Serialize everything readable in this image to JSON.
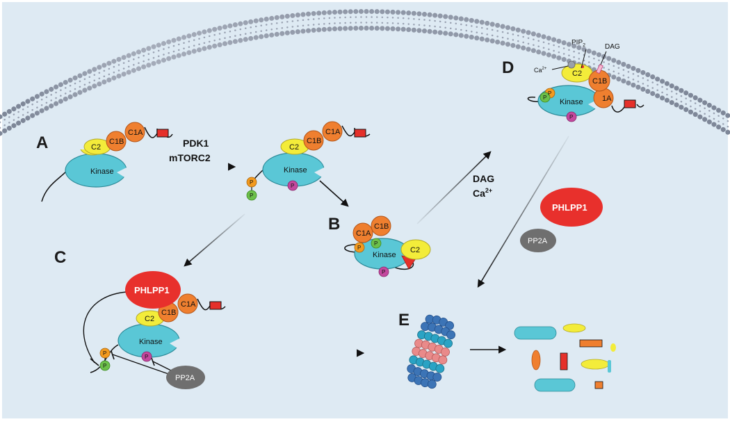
{
  "panels": {
    "A": "A",
    "B": "B",
    "C": "C",
    "D": "D",
    "E": "E"
  },
  "labels": {
    "kinase": "Kinase",
    "c1a": "C1A",
    "c1b": "C1B",
    "c2": "C2",
    "c1a_partial": "1A",
    "p": "P",
    "phlpp1": "PHLPP1",
    "pp2a": "PP2A",
    "pdk1": "PDK1",
    "mtorc2": "mTORC2",
    "dag": "DAG",
    "ca2": "Ca",
    "ca2_sup": "2+",
    "pip": "PIP",
    "pip_sub": "2",
    "ca_small": "Ca",
    "ca_small_sup": "2+",
    "dag_small": "DAG"
  },
  "colors": {
    "background": "#deeaf3",
    "membrane": "#8e97a8",
    "kinase": "#5ac7d6",
    "c1": "#ef7f2f",
    "c2": "#f3ec3a",
    "phlpp1": "#e8302c",
    "pp2a": "#6f6f6f",
    "phospho_orange": "#f39a1e",
    "phospho_green": "#6cc04a",
    "phospho_magenta": "#c4489e",
    "proteasome_blue": "#3c74b6",
    "proteasome_pink": "#e98a8a"
  }
}
